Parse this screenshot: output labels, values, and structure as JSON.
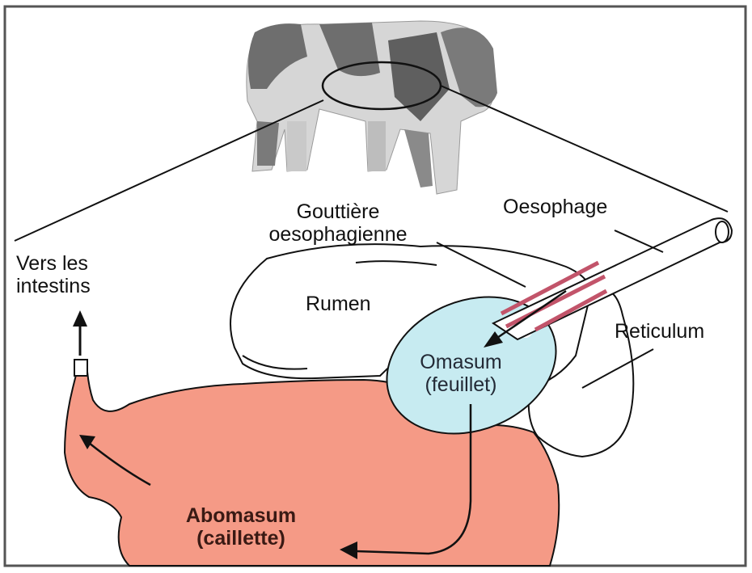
{
  "labels": {
    "gouttiere_line1": "Gouttière",
    "gouttiere_line2": "oesophagienne",
    "oesophage": "Oesophage",
    "vers_line1": "Vers les",
    "vers_line2": "intestins",
    "rumen": "Rumen",
    "reticulum": "Reticulum",
    "omasum_line1": "Omasum",
    "omasum_line2": "(feuillet)",
    "abomasum_line1": "Abomasum",
    "abomasum_line2": "(caillette)"
  },
  "colors": {
    "abomasum_fill": "#f59a86",
    "omasum_fill": "#c7ebf1",
    "gutter_stripes": "#c2546a",
    "cow_dark": "#6e6e6e",
    "cow_light": "#d9d9d9",
    "outline": "#111111",
    "frame": "#555555"
  }
}
